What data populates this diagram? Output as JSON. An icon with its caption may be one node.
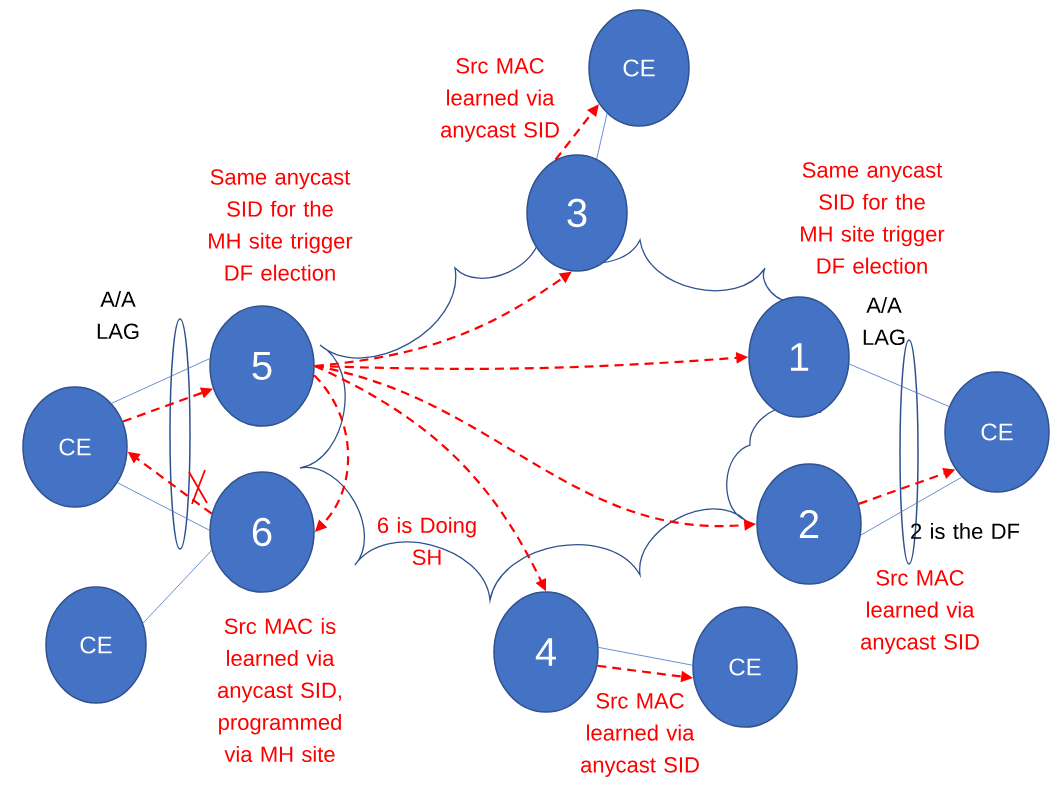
{
  "diagram": {
    "nodes": [
      {
        "text": [
          "CE"
        ]
      },
      {
        "text": [
          "3"
        ]
      },
      {
        "text": [
          "5"
        ]
      },
      {
        "text": [
          "1"
        ]
      },
      {
        "text": [
          "CE"
        ]
      },
      {
        "text": [
          "CE"
        ]
      },
      {
        "text": [
          "6"
        ]
      },
      {
        "text": [
          "2"
        ]
      },
      {
        "text": [
          "CE"
        ]
      },
      {
        "text": [
          "4"
        ]
      },
      {
        "text": [
          "CE"
        ]
      }
    ],
    "edges": [
      {
        "from": 0,
        "to": 1,
        "arrow": "none",
        "color": "#4472c4"
      },
      {
        "from": 4,
        "to": 2,
        "arrow": "none",
        "color": "#4472c4"
      },
      {
        "from": 4,
        "to": 6,
        "arrow": "none",
        "color": "#4472c4"
      },
      {
        "from": 6,
        "to": 8,
        "arrow": "none",
        "color": "#4472c4"
      },
      {
        "from": 3,
        "to": 5,
        "arrow": "none",
        "color": "#4472c4"
      },
      {
        "from": 7,
        "to": 5,
        "arrow": "none",
        "color": "#4472c4"
      },
      {
        "from": 9,
        "to": 10,
        "arrow": "none",
        "color": "#4472c4"
      },
      {
        "from": 1,
        "to": 0,
        "arrow": "to",
        "style": "dashed",
        "color": "#ff0000"
      },
      {
        "from": 2,
        "to": 1,
        "arrow": "to",
        "style": "dashed",
        "color": "#ff0000"
      },
      {
        "from": 2,
        "to": 3,
        "arrow": "to",
        "style": "dashed",
        "color": "#ff0000"
      },
      {
        "from": 2,
        "to": 7,
        "arrow": "to",
        "style": "dashed",
        "color": "#ff0000"
      },
      {
        "from": 2,
        "to": 9,
        "arrow": "to",
        "style": "dashed",
        "color": "#ff0000"
      },
      {
        "from": 2,
        "to": 6,
        "arrow": "to",
        "style": "dashed",
        "color": "#ff0000"
      },
      {
        "from": 4,
        "to": 2,
        "arrow": "to",
        "style": "dashed",
        "color": "#ff0000"
      },
      {
        "from": 6,
        "to": 4,
        "arrow": "to",
        "style": "dashed",
        "color": "#ff0000"
      },
      {
        "from": 7,
        "to": 5,
        "arrow": "to",
        "style": "dashed",
        "color": "#ff0000"
      },
      {
        "from": 9,
        "to": 10,
        "arrow": "to",
        "style": "dashed",
        "color": "#ff0000"
      }
    ],
    "labels": [
      "Src MAC learned via anycast SID",
      "Same anycast SID for the MH site trigger DF election",
      "Same anycast SID for the MH site trigger DF election",
      "A/A LAG",
      "A/A LAG",
      "6 is Doing SH",
      "2 is the DF",
      "Src MAC learned via anycast SID",
      "Src MAC  is learned via anycast SID, programmed via MH site",
      "Src MAC learned via anycast SID"
    ]
  }
}
